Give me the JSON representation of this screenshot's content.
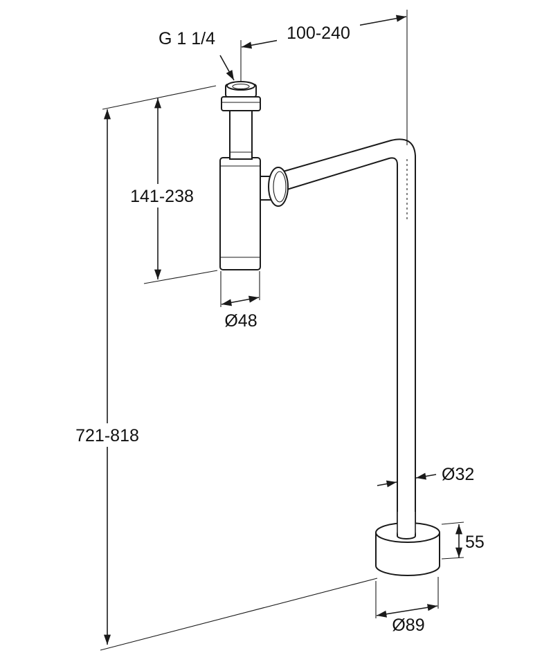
{
  "drawing": {
    "title": "Bottle trap with floor pipe - dimension drawing",
    "labels": {
      "thread": "G 1 1/4",
      "horizontal_reach": "100-240",
      "trap_height": "141-238",
      "trap_diameter": "Ø48",
      "total_height": "721-818",
      "pipe_diameter": "Ø32",
      "base_height": "55",
      "base_diameter": "Ø89"
    },
    "colors": {
      "line": "#1a1a1a",
      "background": "#ffffff"
    }
  }
}
